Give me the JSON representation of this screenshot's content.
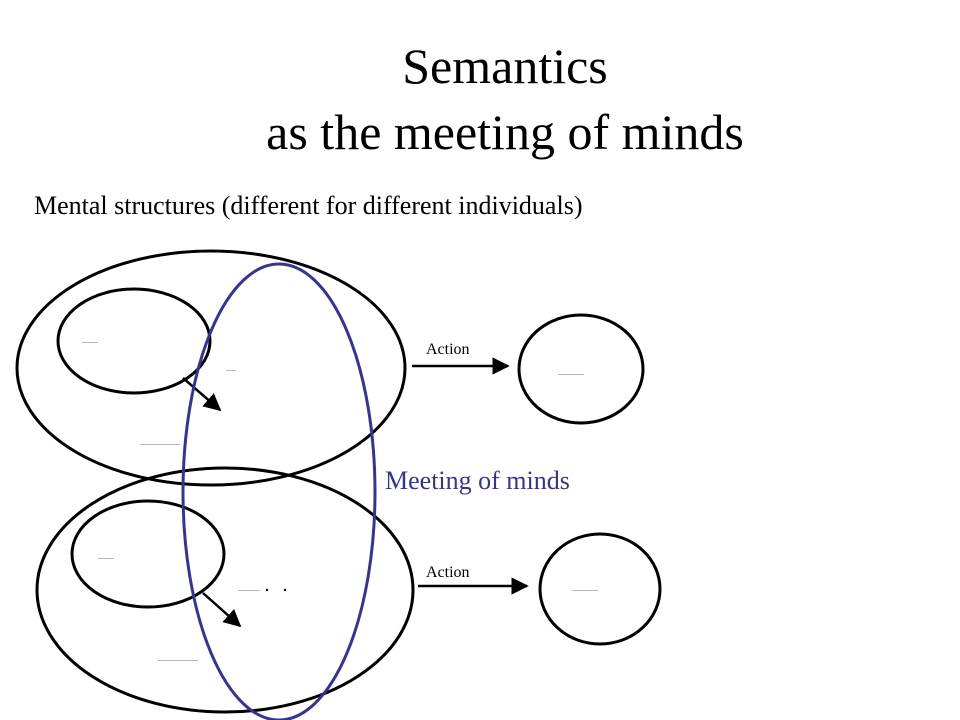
{
  "slide": {
    "title_line1": "Semantics",
    "title_line2": "as the meeting of minds",
    "subtitle": "Mental structures (different for different individuals)"
  },
  "diagram": {
    "action_label_top": "Action",
    "action_label_bottom": "Action",
    "meeting_label": "Meeting of minds",
    "meeting_color": "#33339a"
  }
}
